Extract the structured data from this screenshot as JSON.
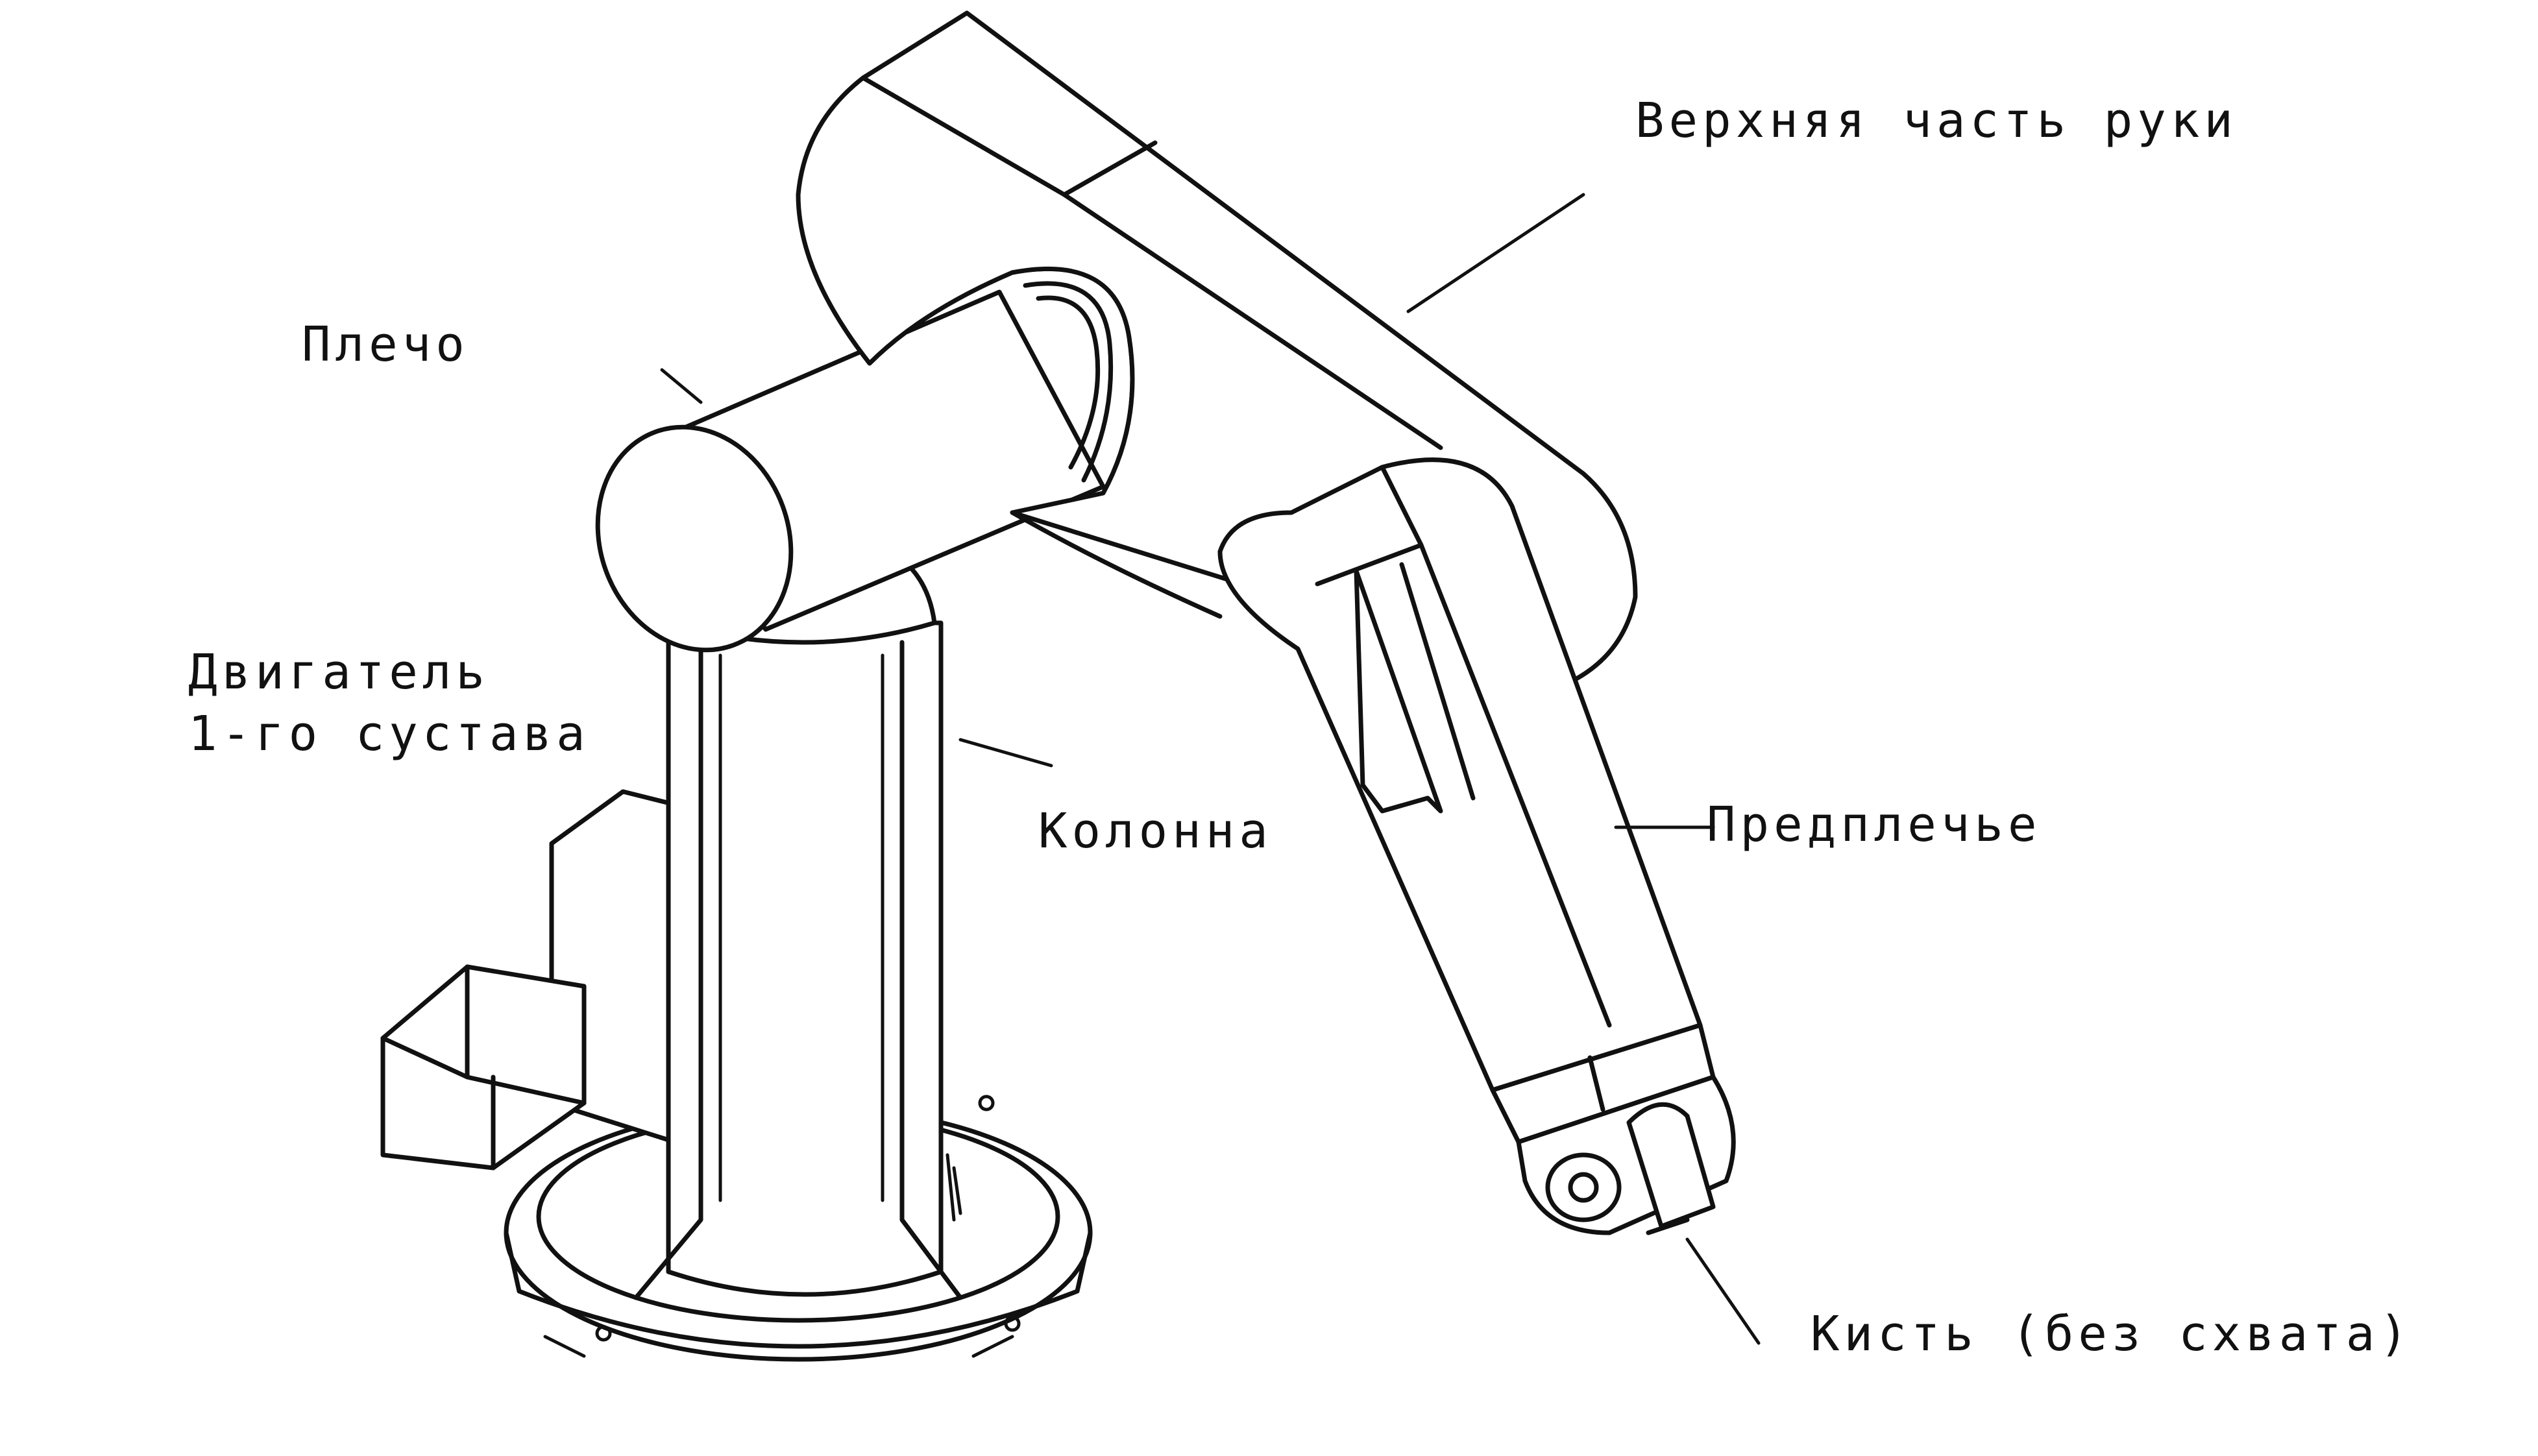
{
  "labels": {
    "upper_arm": "Верхняя часть руки",
    "shoulder": "Плечо",
    "joint1_motor_line1": "Двигатель",
    "joint1_motor_line2": "1-го сустава",
    "column": "Колонна",
    "forearm": "Предплечье",
    "wrist": "Кисть (без схвата)"
  },
  "colors": {
    "ink": "#111111",
    "paper": "#ffffff"
  }
}
